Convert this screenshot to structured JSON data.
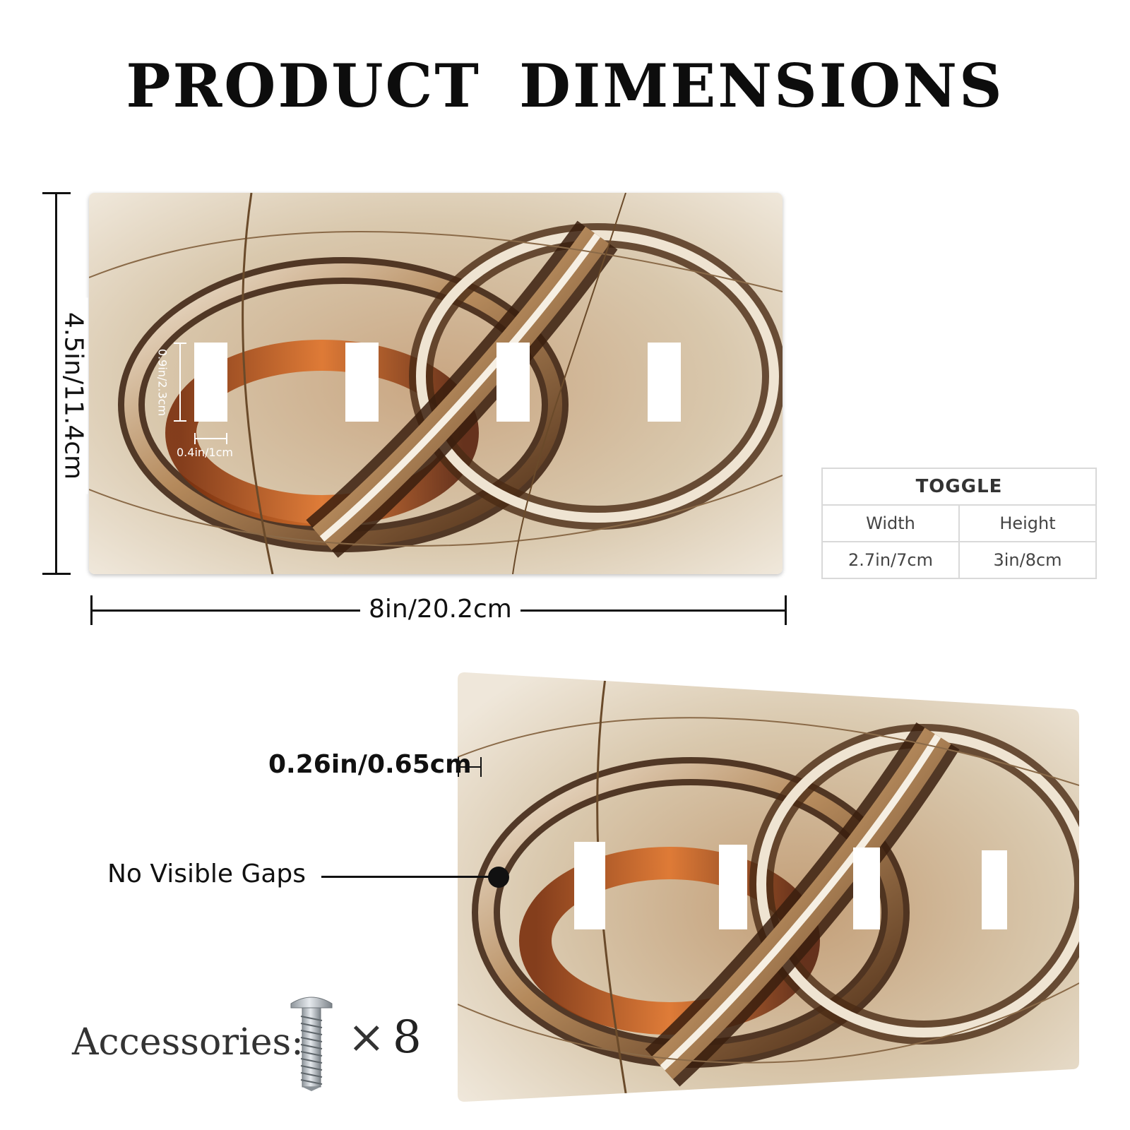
{
  "title": "PRODUCT DIMENSIONS",
  "dimensions": {
    "height": "4.5in/11.4cm",
    "width": "8in/20.2cm",
    "slot_height": "0.9in/2.3cm",
    "slot_width": "0.4in/1cm",
    "thickness": "0.26in/0.65cm"
  },
  "spec_table": {
    "header": "TOGGLE",
    "columns": [
      "Width",
      "Height"
    ],
    "values": [
      "2.7in/7cm",
      "3in/8cm"
    ]
  },
  "callout": "No Visible Gaps",
  "accessories": {
    "label": "Accessories:",
    "times": "×",
    "count": "8",
    "icon": "screw-icon"
  },
  "colors": {
    "plate_base": "#d8c9b0",
    "swirl_dark": "#3a1f0e",
    "swirl_orange": "#c4561a",
    "swirl_cream": "#f0e6d4"
  }
}
